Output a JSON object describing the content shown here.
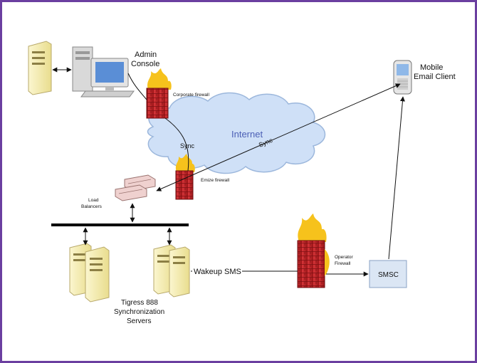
{
  "labels": {
    "admin_console_1": "Admin",
    "admin_console_2": "Console",
    "mobile_1": "Mobile",
    "mobile_2": "Email Client",
    "corporate_firewall": "Corporate firewall",
    "internet": "Internet",
    "sync_1": "Sync",
    "sync_2": "Sync",
    "emize_firewall": "Emize firewall",
    "load_balancers_1": "Load",
    "load_balancers_2": "Balancers",
    "wakeup_sms": "Wakeup SMS",
    "operator_firewall_1": "Operator",
    "operator_firewall_2": "Firewall",
    "smsc": "SMSC",
    "servers_1": "Tigress 888",
    "servers_2": "Synchronization",
    "servers_3": "Servers"
  },
  "colors": {
    "border": "#6b3fa0",
    "cloud_fill": "#cfe0f7",
    "cloud_stroke": "#9cb7dc",
    "internet_text": "#4b5fb5",
    "server_fill": "#f7efb0",
    "firewall_red": "#c0262a",
    "flame": "#f6c21c",
    "smsc_fill": "#dbe6f4"
  }
}
